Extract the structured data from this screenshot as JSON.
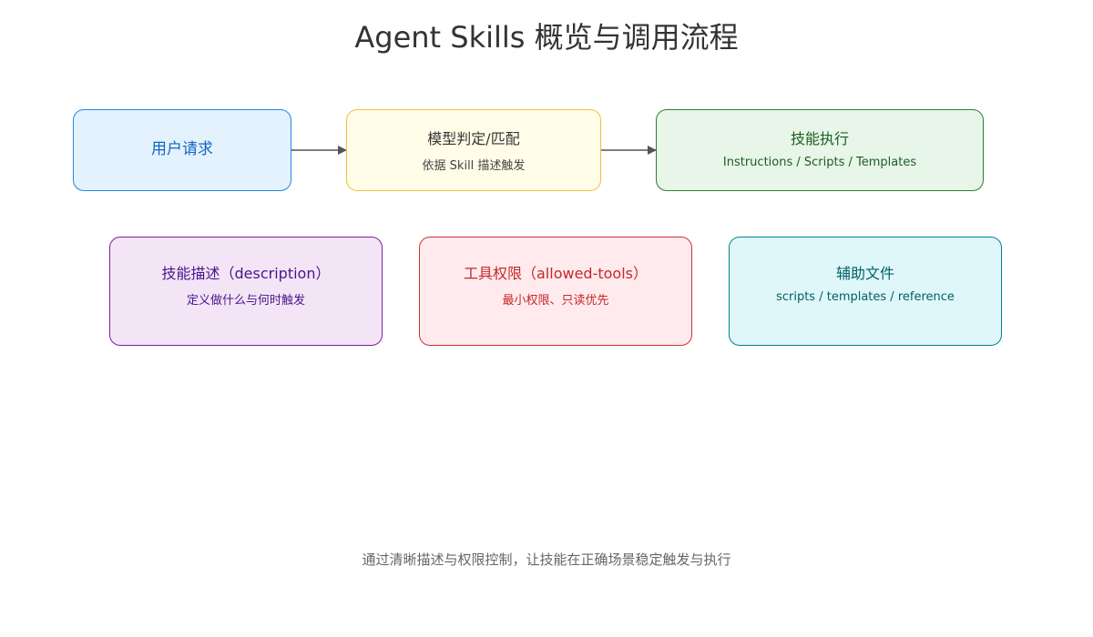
{
  "title": "Agent Skills 概览与调用流程",
  "flow": {
    "request": {
      "label": "用户请求"
    },
    "match": {
      "label": "模型判定/匹配",
      "sub": "依据 Skill 描述触发"
    },
    "execute": {
      "label": "技能执行",
      "sub": "Instructions / Scripts / Templates"
    }
  },
  "components": {
    "description": {
      "label": "技能描述（description）",
      "sub": "定义做什么与何时触发"
    },
    "tools": {
      "label": "工具权限（allowed-tools）",
      "sub": "最小权限、只读优先"
    },
    "files": {
      "label": "辅助文件",
      "sub": "scripts / templates / reference"
    }
  },
  "footer": "通过清晰描述与权限控制，让技能在正确场景稳定触发与执行",
  "colors": {
    "arrow": "#555555",
    "request": "#1e88e5",
    "match": "#f0c040",
    "execute": "#2e7d32",
    "description": "#7b1fa2",
    "tools": "#d32f2f",
    "files": "#00838f"
  }
}
